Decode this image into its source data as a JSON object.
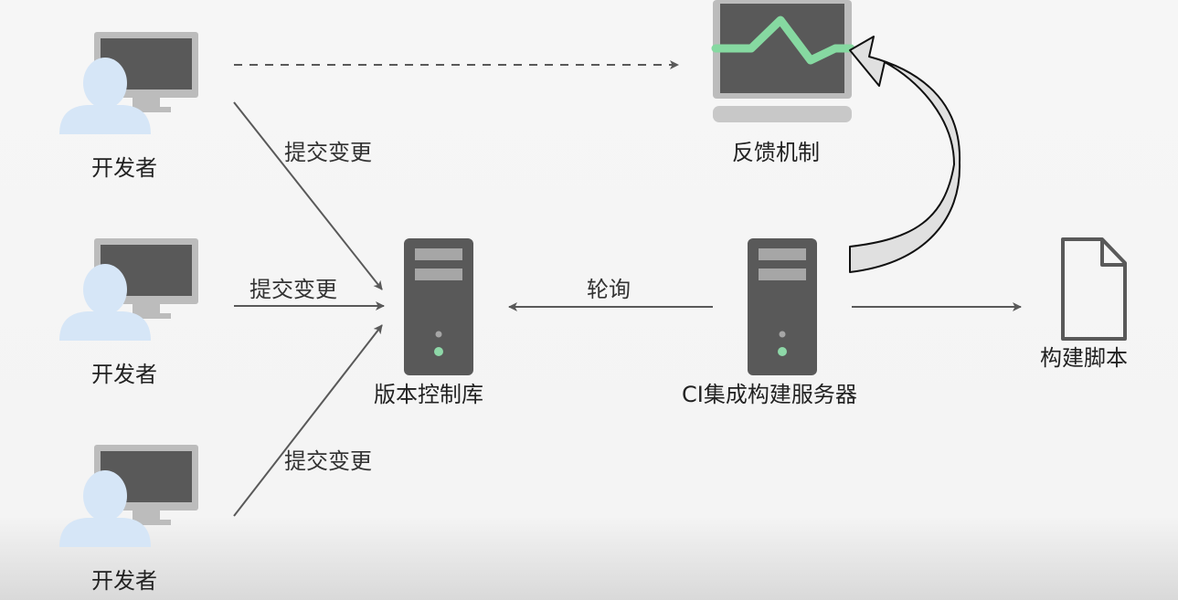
{
  "colors": {
    "background": "#f4f4f4",
    "person": "#d6e6f7",
    "monitor_frame": "#bcbcbc",
    "monitor_screen": "#595959",
    "server_body": "#595959",
    "server_slot": "#a6a6a6",
    "server_led_green": "#8ed8a8",
    "feedback_wave": "#86d9a1",
    "arrow": "#595959",
    "curved_arrow_fill": "#e0e0e0"
  },
  "developers": [
    {
      "label": "开发者",
      "icon": "developer-workstation-icon"
    },
    {
      "label": "开发者",
      "icon": "developer-workstation-icon"
    },
    {
      "label": "开发者",
      "icon": "developer-workstation-icon"
    }
  ],
  "edges": {
    "commit_top": "提交变更",
    "commit_middle": "提交变更",
    "commit_bottom": "提交变更",
    "poll": "轮询"
  },
  "nodes": {
    "vcs": {
      "label": "版本控制库",
      "icon": "server-icon"
    },
    "ci_server": {
      "label": "CI集成构建服务器",
      "icon": "server-icon"
    },
    "feedback": {
      "label": "反馈机制",
      "icon": "monitor-waveform-icon"
    },
    "build_script": {
      "label": "构建脚本",
      "icon": "document-icon"
    }
  }
}
